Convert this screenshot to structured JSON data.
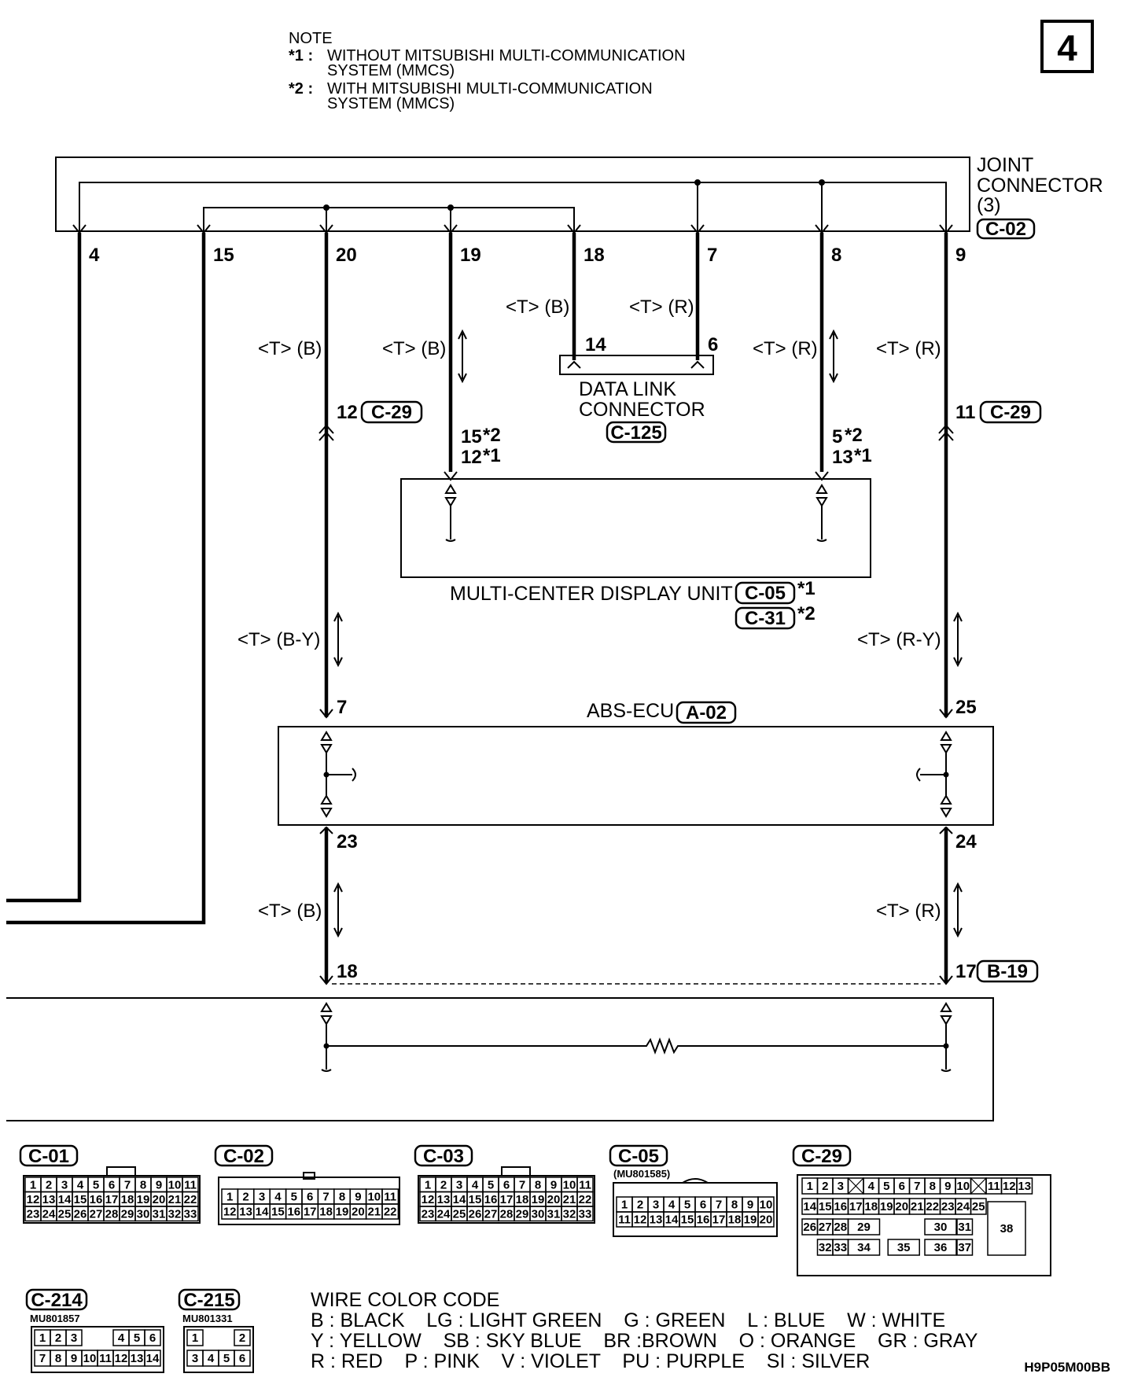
{
  "page_number": "4",
  "note": {
    "title": "NOTE",
    "items": [
      {
        "mark": "*1 :",
        "line1": "WITHOUT MITSUBISHI MULTI-COMMUNICATION",
        "line2": "SYSTEM (MMCS)"
      },
      {
        "mark": "*2 :",
        "line1": "WITH MITSUBISHI MULTI-COMMUNICATION",
        "line2": "SYSTEM (MMCS)"
      }
    ]
  },
  "joint_connector": {
    "line1": "JOINT",
    "line2": "CONNECTOR",
    "line3": "(3)",
    "code": "C-02",
    "pins": [
      "4",
      "15",
      "20",
      "19",
      "18",
      "7",
      "8",
      "9"
    ]
  },
  "wire_labels": {
    "tb": "<T> (B)",
    "tr": "<T> (R)",
    "tby": "<T> (B-Y)",
    "try": "<T> (R-Y)"
  },
  "data_link_connector": {
    "line1": "DATA LINK",
    "line2": "CONNECTOR",
    "code": "C-125",
    "pin_left": "14",
    "pin_right": "6"
  },
  "c29_pins": {
    "left": "12",
    "right": "11",
    "code": "C-29"
  },
  "mcdu": {
    "label": "MULTI-CENTER DISPLAY UNIT",
    "code1": "C-05",
    "mark1": "*1",
    "code2": "C-31",
    "mark2": "*2",
    "pin_left_a": "15",
    "mark_left_a": "*2",
    "pin_left_b": "12",
    "mark_left_b": "*1",
    "pin_right_a": "5",
    "mark_right_a": "*2",
    "pin_right_b": "13",
    "mark_right_b": "*1"
  },
  "abs_ecu": {
    "label": "ABS-ECU",
    "code": "A-02",
    "pin_top_left": "7",
    "pin_top_right": "25",
    "pin_bottom_left": "23",
    "pin_bottom_right": "24"
  },
  "bottom_connector": {
    "pin_left": "18",
    "pin_right": "17",
    "code": "B-19"
  },
  "connectors": {
    "c01": {
      "code": "C-01",
      "rows": [
        [
          "1",
          "2",
          "3",
          "4",
          "5",
          "6",
          "7",
          "8",
          "9",
          "10",
          "11"
        ],
        [
          "12",
          "13",
          "14",
          "15",
          "16",
          "17",
          "18",
          "19",
          "20",
          "21",
          "22"
        ],
        [
          "23",
          "24",
          "25",
          "26",
          "27",
          "28",
          "29",
          "30",
          "31",
          "32",
          "33"
        ]
      ]
    },
    "c02": {
      "code": "C-02",
      "rows": [
        [
          "1",
          "2",
          "3",
          "4",
          "5",
          "6",
          "7",
          "8",
          "9",
          "10",
          "11"
        ],
        [
          "12",
          "13",
          "14",
          "15",
          "16",
          "17",
          "18",
          "19",
          "20",
          "21",
          "22"
        ]
      ]
    },
    "c03": {
      "code": "C-03",
      "rows": [
        [
          "1",
          "2",
          "3",
          "4",
          "5",
          "6",
          "7",
          "8",
          "9",
          "10",
          "11"
        ],
        [
          "12",
          "13",
          "14",
          "15",
          "16",
          "17",
          "18",
          "19",
          "20",
          "21",
          "22"
        ],
        [
          "23",
          "24",
          "25",
          "26",
          "27",
          "28",
          "29",
          "30",
          "31",
          "32",
          "33"
        ]
      ]
    },
    "c05": {
      "code": "C-05",
      "part": "(MU801585)",
      "rows": [
        [
          "1",
          "2",
          "3",
          "4",
          "5",
          "6",
          "7",
          "8",
          "9",
          "10"
        ],
        [
          "11",
          "12",
          "13",
          "14",
          "15",
          "16",
          "17",
          "18",
          "19",
          "20"
        ]
      ]
    },
    "c29": {
      "code": "C-29",
      "row1": [
        "1",
        "2",
        "3",
        "",
        "4",
        "5",
        "6",
        "7",
        "8",
        "9",
        "10",
        "",
        "11",
        "12",
        "13"
      ],
      "row2": [
        "14",
        "15",
        "16",
        "17",
        "18",
        "19",
        "20",
        "21",
        "22",
        "23",
        "24",
        "25"
      ],
      "row3": [
        "26",
        "27",
        "28",
        "29",
        "30",
        "31"
      ],
      "row4": [
        "32",
        "33",
        "34",
        "35",
        "36",
        "37"
      ],
      "big": "38"
    },
    "c214": {
      "code": "C-214",
      "part": "MU801857",
      "row1": [
        "1",
        "2",
        "3",
        "4",
        "5",
        "6"
      ],
      "row2": [
        "7",
        "8",
        "9",
        "10",
        "11",
        "12",
        "13",
        "14"
      ]
    },
    "c215": {
      "code": "C-215",
      "part": "MU801331",
      "row1": [
        "1",
        "2"
      ],
      "row2": [
        "3",
        "4",
        "5",
        "6"
      ]
    }
  },
  "wire_color_code": {
    "title": "WIRE COLOR CODE",
    "line1": "B : BLACK    LG : LIGHT GREEN    G : GREEN    L : BLUE    W : WHITE",
    "line2": "Y : YELLOW    SB : SKY BLUE    BR :BROWN    O : ORANGE    GR : GRAY",
    "line3": "R : RED    P : PINK    V : VIOLET    PU : PURPLE    SI : SILVER"
  },
  "figure_id": "H9P05M00BB"
}
